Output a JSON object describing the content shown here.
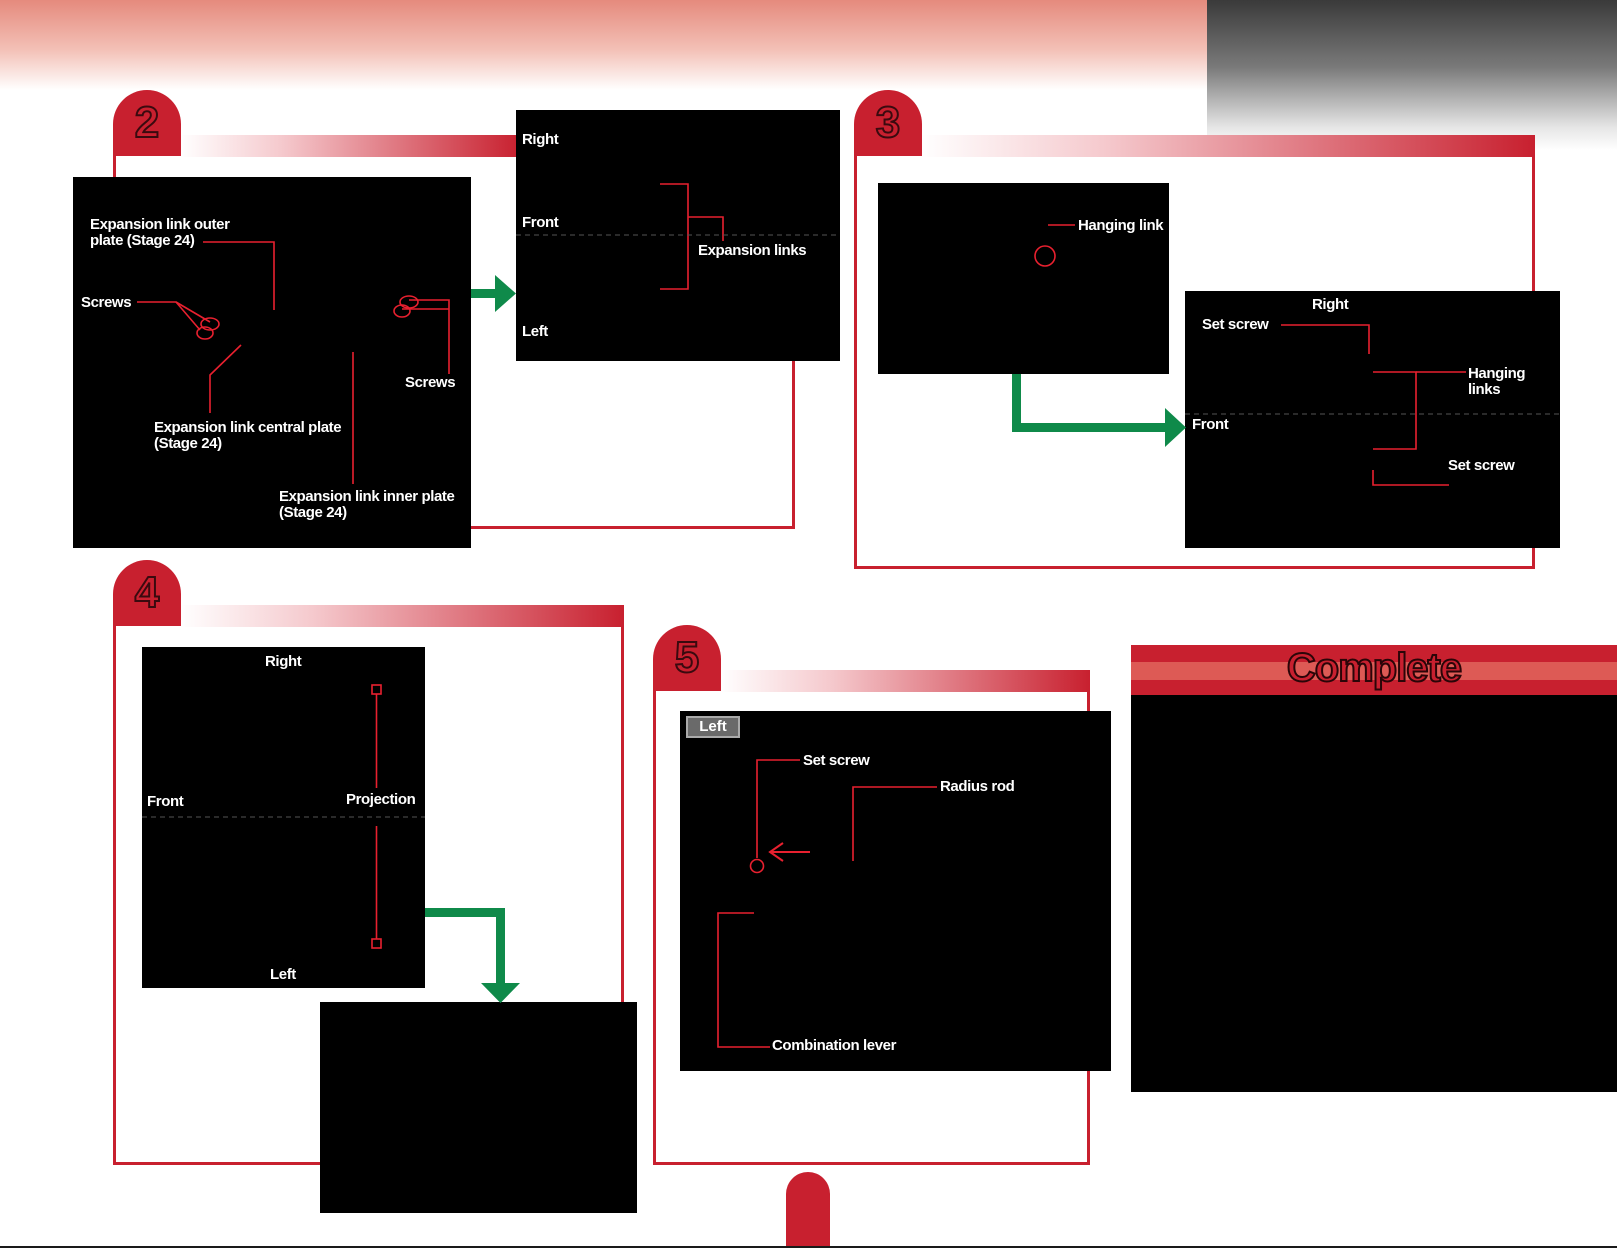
{
  "steps": [
    {
      "number": "2"
    },
    {
      "number": "3"
    },
    {
      "number": "4"
    },
    {
      "number": "5"
    }
  ],
  "step2": {
    "labels": {
      "outer_plate": "Expansion link outer\nplate (Stage 24)",
      "screws_left": "Screws",
      "screws_right": "Screws",
      "central_plate": "Expansion link central plate\n(Stage 24)",
      "inner_plate": "Expansion link inner plate\n(Stage 24)"
    },
    "detail": {
      "right": "Right",
      "front": "Front",
      "left": "Left",
      "expansion_links": "Expansion links"
    }
  },
  "step3": {
    "hanging_link": "Hanging link",
    "detail": {
      "right": "Right",
      "set_screw_top": "Set screw",
      "hanging_links": "Hanging\nlinks",
      "front": "Front",
      "set_screw_bottom": "Set screw"
    }
  },
  "step4": {
    "right": "Right",
    "front": "Front",
    "projection": "Projection",
    "left": "Left"
  },
  "step5": {
    "badge": "Left",
    "set_screw": "Set screw",
    "radius_rod": "Radius rod",
    "combination_lever": "Combination lever"
  },
  "complete": {
    "title": "Complete"
  },
  "colors": {
    "accent_red": "#c8202f",
    "arrow_green": "#0f8a4a",
    "photo_bg": "#000000"
  }
}
